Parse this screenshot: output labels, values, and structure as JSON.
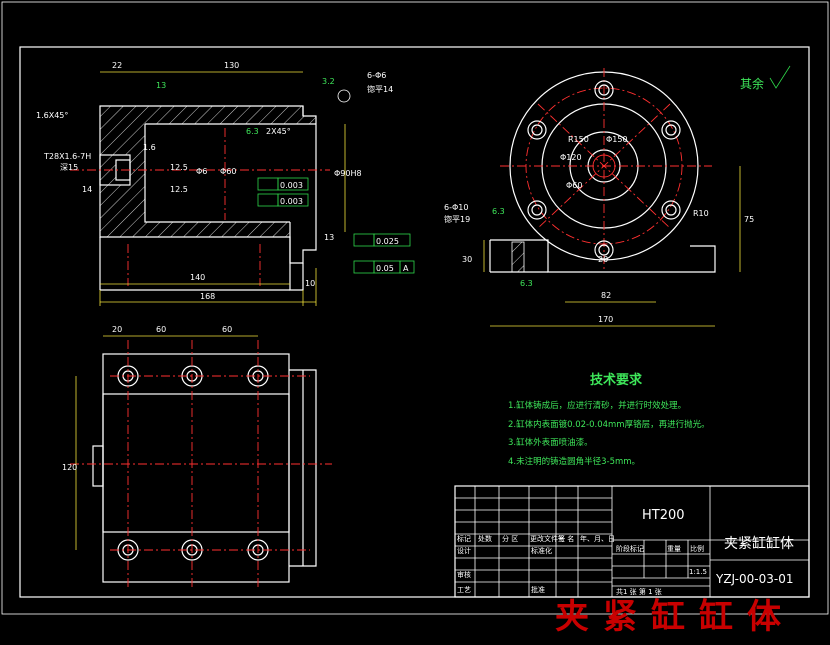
{
  "drawing": {
    "dims_front": {
      "d22": "22",
      "d130": "130",
      "d140": "140",
      "d168": "168",
      "d10": "10",
      "d13a": "13",
      "d13b": "13",
      "chamfer1": "1.6X45°",
      "chamfer2": "2X45°",
      "thread": "T28X1.6-7H",
      "depth": "深15",
      "d14": "14",
      "d6p3": "6.3",
      "d12p5a": "12.5",
      "d12p5b": "12.5",
      "d1p6": "1.6",
      "phi6": "Φ6",
      "phi60": "Φ60",
      "phi90": "Φ90H8",
      "d3p2": "3.2",
      "holes": "6-Φ6",
      "hole_depth": "锪平14",
      "tol1": "0.003",
      "tol2": "0.003",
      "tol3": "0.025",
      "tol4": "0.05",
      "datum": "A"
    },
    "dims_side": {
      "r10a": "R10",
      "r150": "R150",
      "r120": "Φ120",
      "phi60": "Φ60",
      "phi150": "Φ150",
      "d30": "30",
      "d75": "75",
      "d82": "82",
      "d170": "170",
      "holes": "6-Φ10",
      "hole_depth": "锪平19",
      "d6p3": "6.3",
      "d20": "20",
      "surface": "其余"
    },
    "dims_top": {
      "d20": "20",
      "d60a": "60",
      "d60b": "60",
      "d120": "120"
    }
  },
  "tech": {
    "title": "技术要求",
    "items": [
      "1.缸体铸成后，应进行清砂，并进行时效处理。",
      "2.缸体内表面镀0.02-0.04mm厚铬层，再进行抛光。",
      "3.缸体外表面喷油漆。",
      "4.未注明的铸造圆角半径3-5mm。"
    ]
  },
  "title_block": {
    "material": "HT200",
    "part_name": "夹紧缸缸体",
    "drawing_no": "YZJ-00-03-01",
    "scale": "1:1.5",
    "sheet": "共1  张  第 1  张",
    "row1": [
      "标记",
      "处数",
      "分 区",
      "更改文件号",
      "签 名",
      "年、月、日"
    ],
    "row2a": "设计",
    "row2b": "标准化",
    "stage_labels": [
      "阶段标记",
      "重量",
      "比例"
    ],
    "row4a": "审核",
    "row5a": "工艺",
    "row5b": "批准"
  },
  "watermark": "夹紧缸缸体"
}
